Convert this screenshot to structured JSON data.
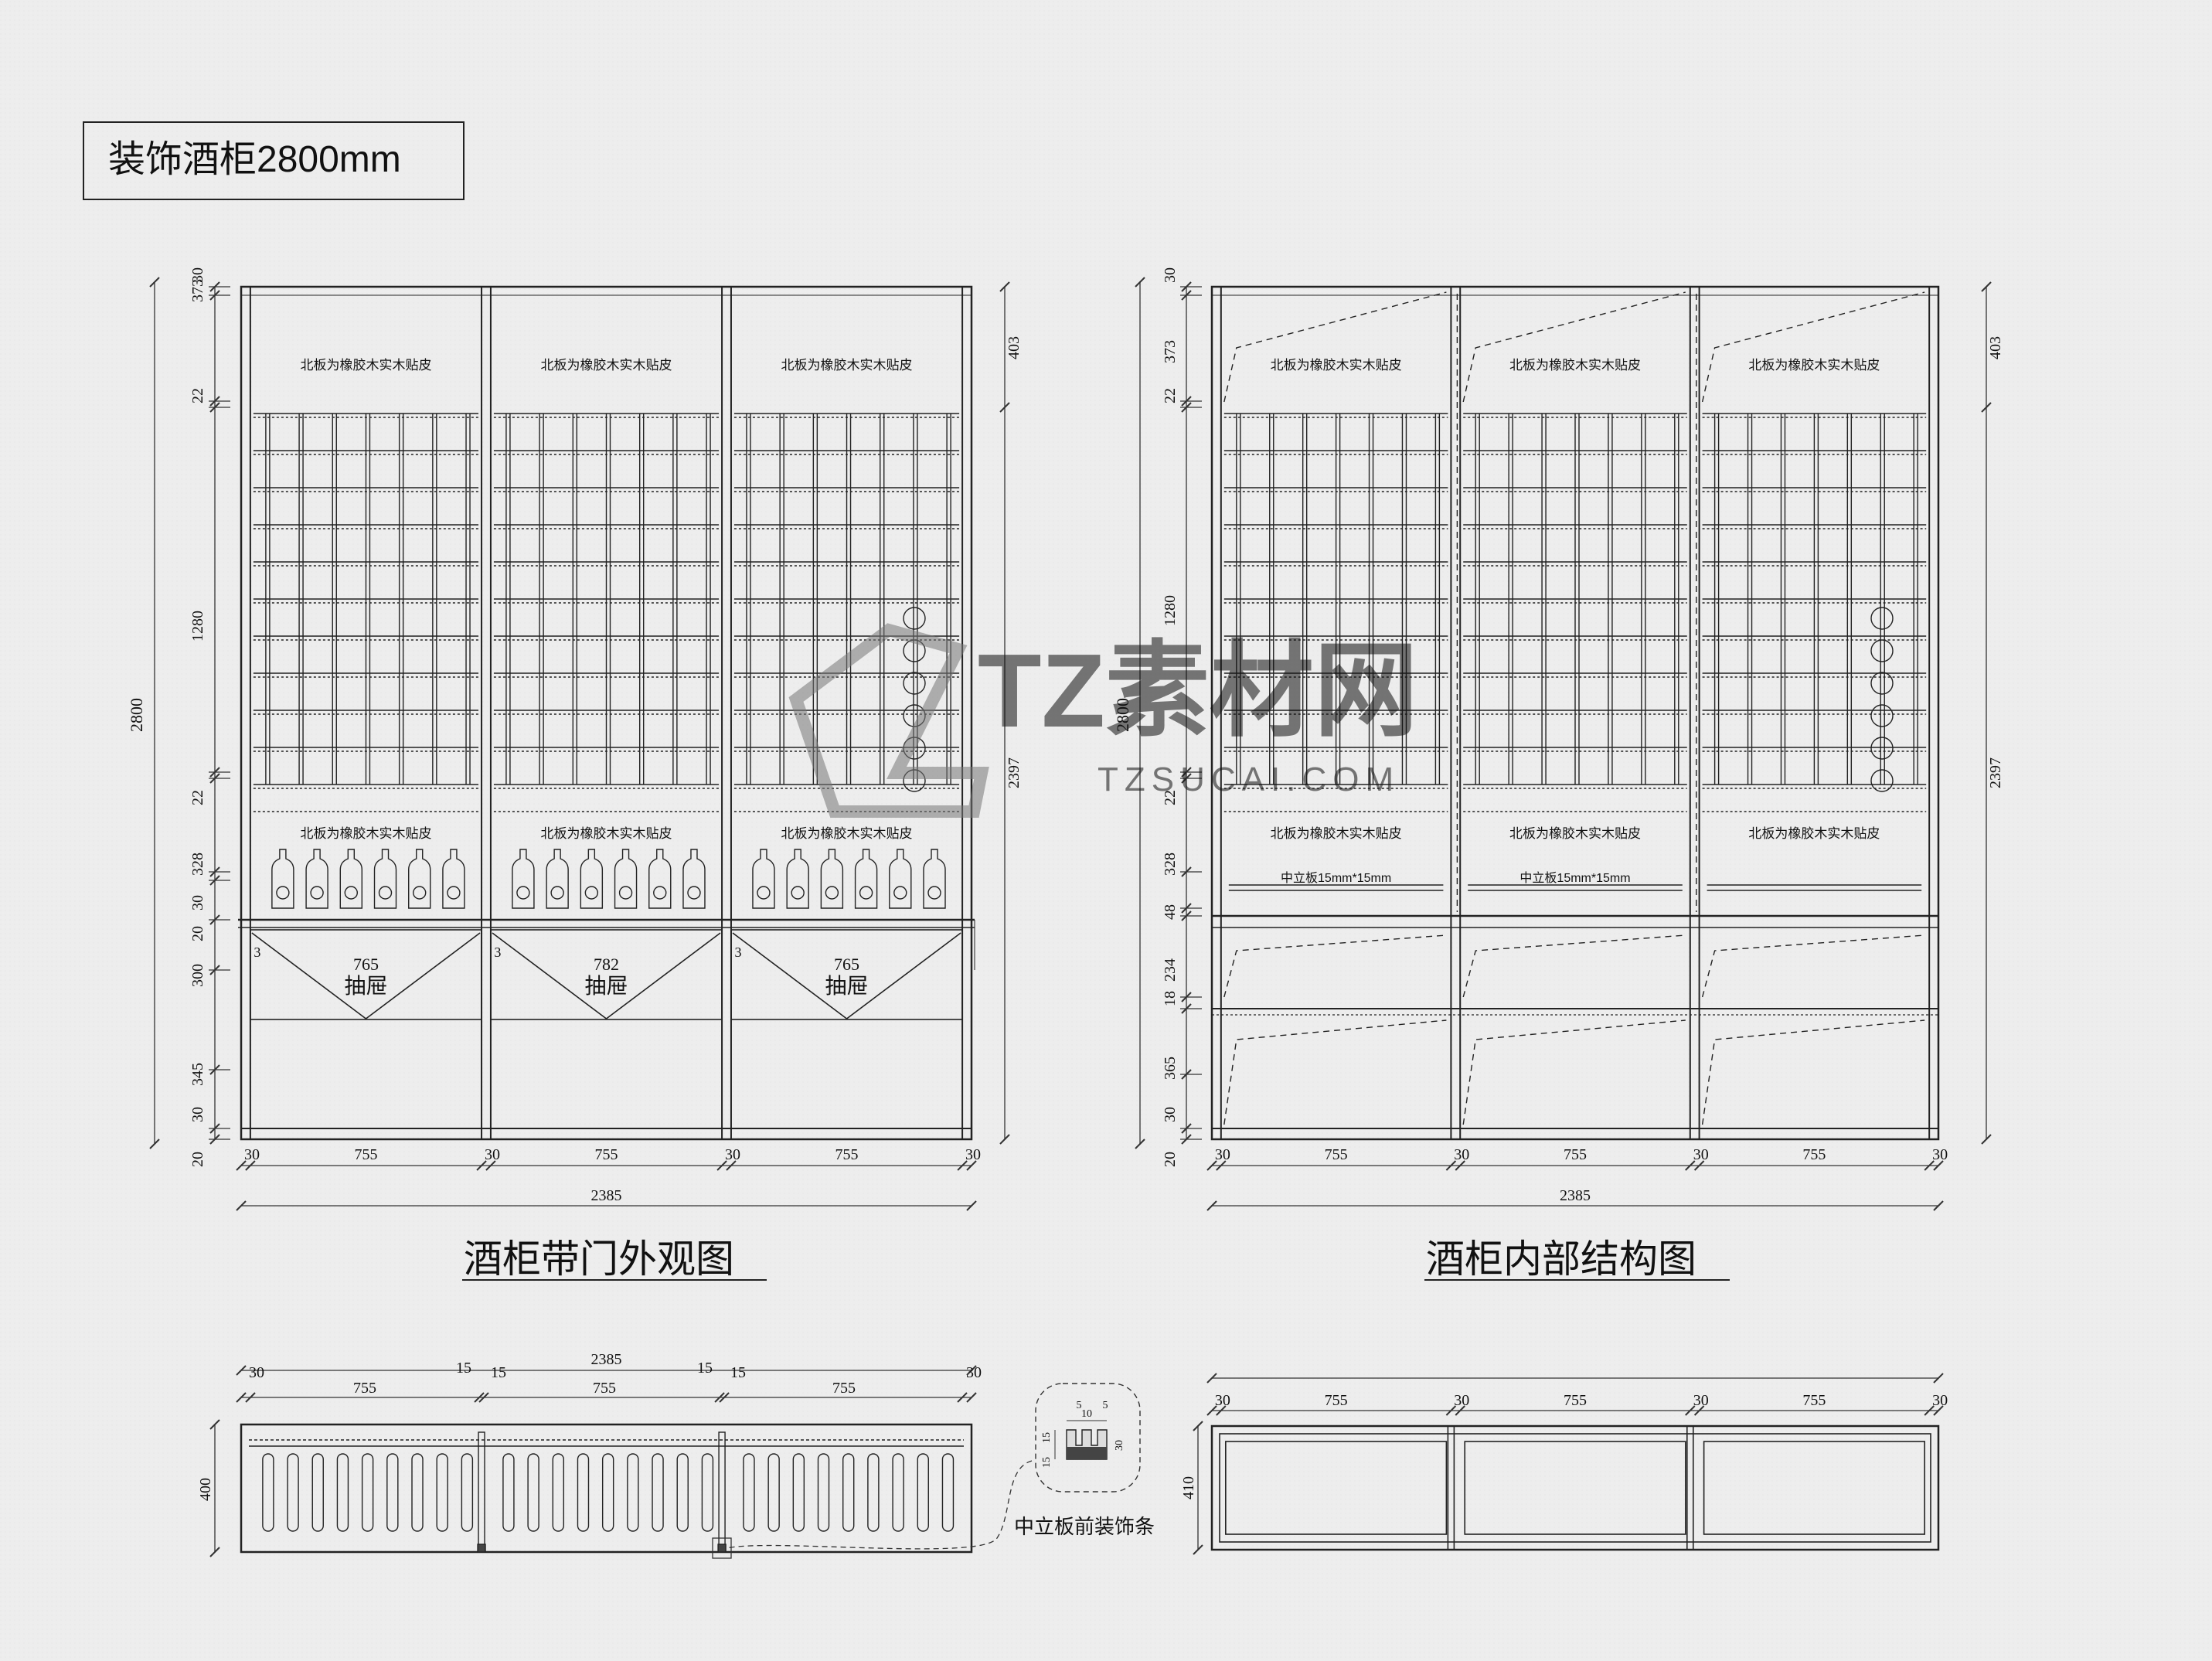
{
  "page_title": "装饰酒柜2800mm",
  "watermark": {
    "brand": "TZ素材网",
    "url": "TZSUCAI.COM"
  },
  "views": {
    "front": {
      "caption": "酒柜带门外观图",
      "panel_note": "北板为橡胶木实木贴皮",
      "drawer_label": "抽屉",
      "drawer_widths": [
        "765",
        "782",
        "765"
      ],
      "drawer_gap_label": "3",
      "v_dims": [
        "30",
        "373",
        "22",
        "1280",
        "22",
        "328",
        "30",
        "20",
        "300",
        "345",
        "30",
        "20"
      ],
      "overall_height": "2800",
      "right_dims": [
        "403",
        "2397"
      ],
      "h_dims": [
        "30",
        "755",
        "30",
        "755",
        "30",
        "755",
        "30"
      ],
      "overall_width": "2385"
    },
    "interior": {
      "caption": "酒柜内部结构图",
      "panel_note": "北板为橡胶木实木贴皮",
      "mid_panel_note": "中立板15mm*15mm",
      "v_dims": [
        "30",
        "373",
        "22",
        "1280",
        "22",
        "328",
        "48",
        "234",
        "18",
        "365",
        "30",
        "20"
      ],
      "overall_height": "2800",
      "right_dims": [
        "403",
        "2397"
      ],
      "h_dims": [
        "30",
        "755",
        "30",
        "755",
        "30",
        "755",
        "30"
      ],
      "overall_width": "2385"
    },
    "plan_front": {
      "overall_width": "2385",
      "h_dims": [
        "30",
        "755",
        "15",
        "15",
        "755",
        "15",
        "15",
        "755",
        "30"
      ],
      "depth": "400"
    },
    "plan_interior": {
      "overall_width": "2385",
      "h_dims": [
        "30",
        "755",
        "30",
        "755",
        "30",
        "755",
        "30"
      ],
      "depth": "410"
    },
    "detail": {
      "caption": "中立板前装饰条",
      "dims": [
        "5",
        "10",
        "5",
        "15",
        "15",
        "30"
      ]
    }
  }
}
